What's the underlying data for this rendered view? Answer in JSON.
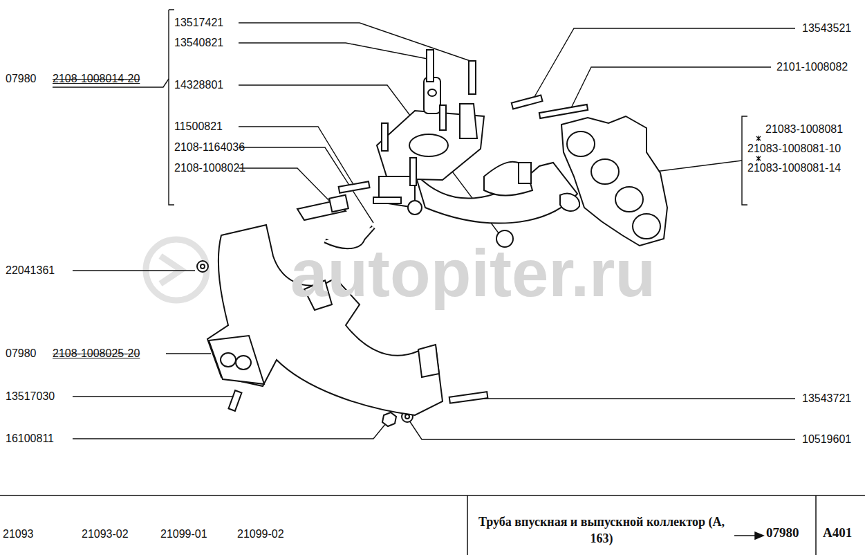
{
  "diagram": {
    "title": "Труба впускная и выпускной коллектор (A, 163)",
    "labels": [
      "13517421",
      "13540821",
      "07980",
      "2108-1008014-20",
      "14328801",
      "11500821",
      "2108-1164036",
      "2108-1008021",
      "13543521",
      "2101-1008082",
      "21083-1008081",
      "21083-1008081-10",
      "21083-1008081-14",
      "22041361",
      "07980",
      "2108-1008025-20",
      "13517030",
      "16100811",
      "13543721",
      "10519601",
      "autopiter.ru",
      "21093",
      "21093-02",
      "21099-01",
      "21099-02",
      "07980",
      "A401"
    ]
  }
}
